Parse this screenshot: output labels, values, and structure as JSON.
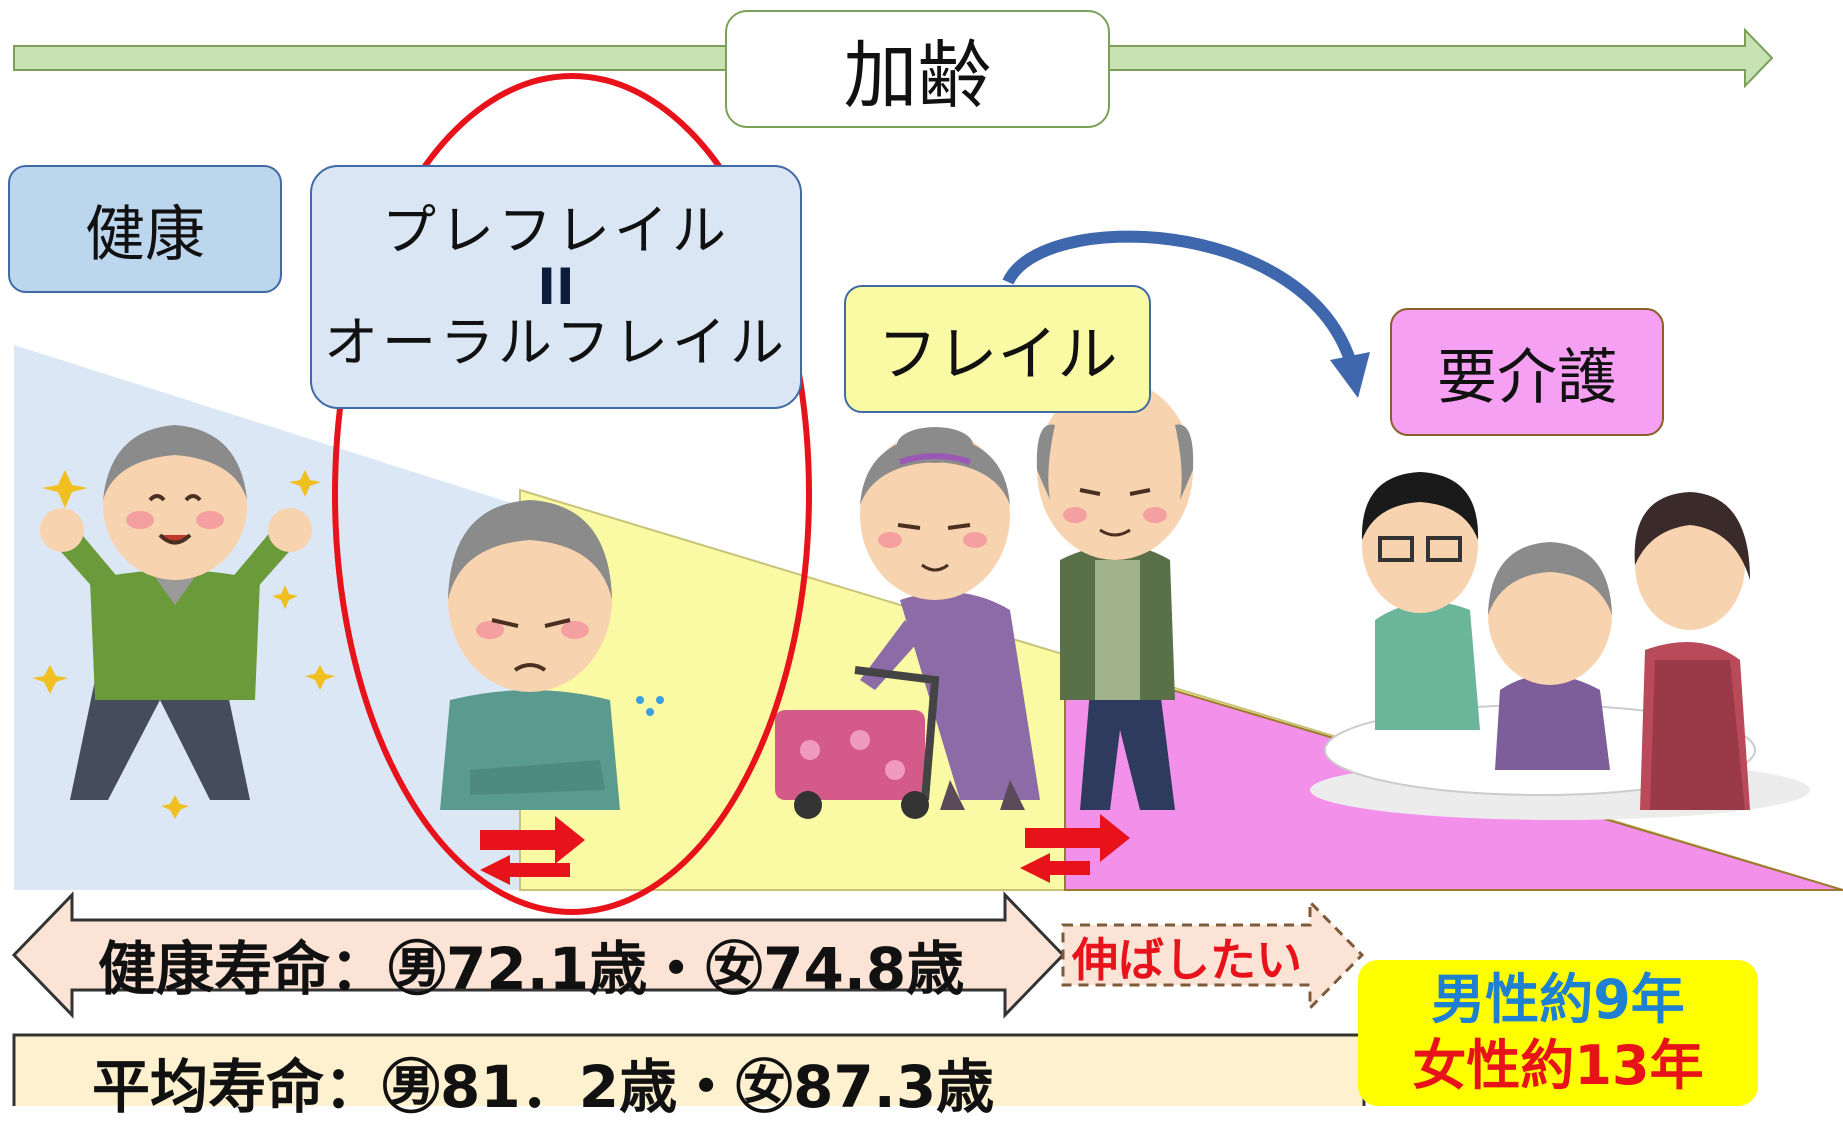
{
  "aging_label": "加齢",
  "stages": {
    "health": "健康",
    "prefrail_line1": "プレフレイル",
    "equals": "II",
    "prefrail_line2": "オーラルフレイル",
    "frail": "フレイル",
    "care": "要介護"
  },
  "healthy_life_expectancy": "健康寿命：㊚72.1歳・㊛74.8歳",
  "average_life_expectancy": "平均寿命：㊚81．2歳・㊛87.3歳",
  "extend_label": "伸ばしたい",
  "gap": {
    "male": "男性約9年",
    "female": "女性約13年"
  },
  "colors": {
    "aging_arrow": "#c8e2b4",
    "health": "#bcd6ee",
    "prefrail": "#dae6f4",
    "frail": "#fafaa4",
    "care": "#f5a0f2",
    "highlight": "#e8121b",
    "gap_box": "#ffff00"
  },
  "illustrations": [
    "healthy-elderly-man",
    "worried-elderly-man",
    "elderly-woman-with-walker",
    "elderly-man-standing",
    "caregivers-with-elderly-woman"
  ]
}
